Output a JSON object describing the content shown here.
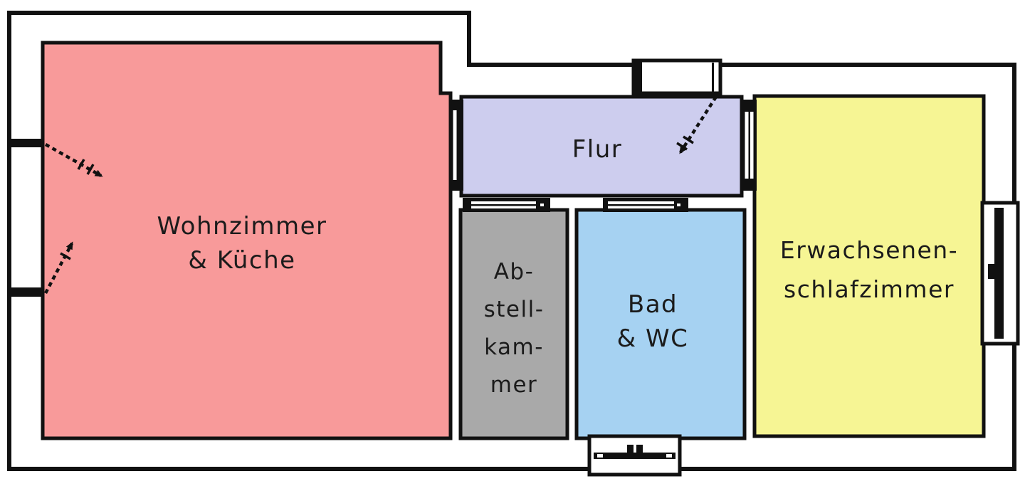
{
  "plan": {
    "background": "#ffffff",
    "wall_color": "#111111"
  },
  "rooms": {
    "living": {
      "label_lines": [
        "Wohnzimmer",
        "& Küche"
      ],
      "color": "#f89a9a"
    },
    "hallway": {
      "label": "Flur",
      "color": "#cdcdee"
    },
    "storage": {
      "label_lines": [
        "Ab-",
        "stell-",
        "kam-",
        "mer"
      ],
      "color": "#a9a9a9"
    },
    "bath": {
      "label_lines": [
        "Bad",
        "& WC"
      ],
      "color": "#a6d2f2"
    },
    "bedroom": {
      "label_lines": [
        "Erwachsenen-",
        "schlafzimmer"
      ],
      "color": "#f6f594"
    }
  }
}
